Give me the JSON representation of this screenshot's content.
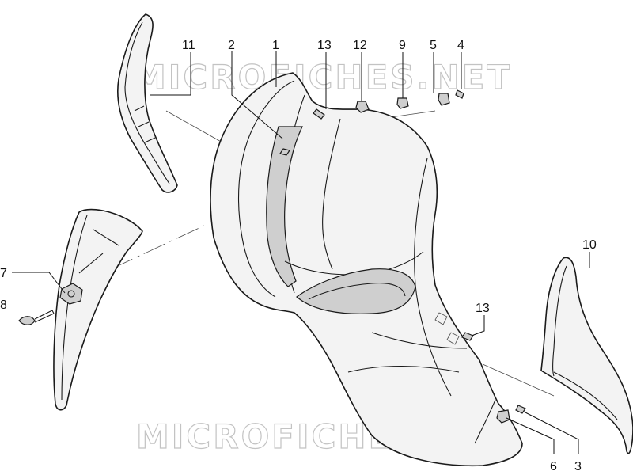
{
  "watermark": "MICROFICHES.NET",
  "callouts": {
    "c1": "1",
    "c2": "2",
    "c3": "3",
    "c4": "4",
    "c5": "5",
    "c6": "6",
    "c7": "7",
    "c8": "8",
    "c9": "9",
    "c10": "10",
    "c11": "11",
    "c12": "12",
    "c13a": "13",
    "c13b": "13"
  }
}
